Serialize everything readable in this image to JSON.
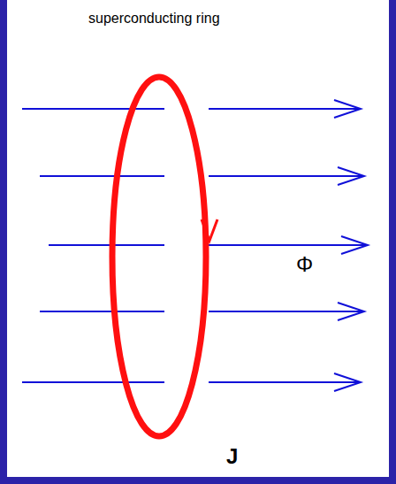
{
  "diagram": {
    "labels": [
      "superconducting ring",
      "Φ",
      "J"
    ]
  }
}
